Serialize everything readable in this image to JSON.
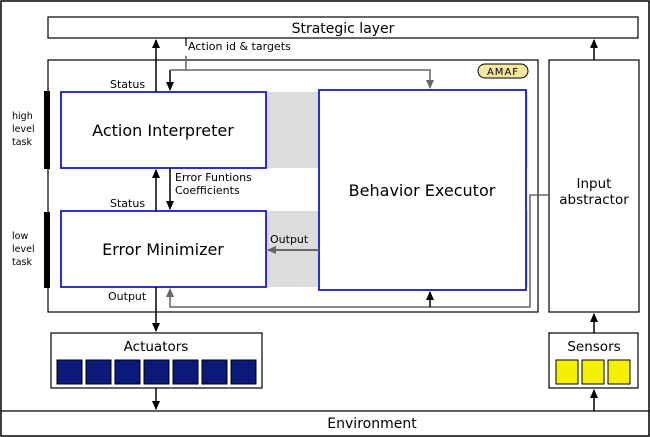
{
  "diagram": {
    "strategic_layer": "Strategic layer",
    "environment": "Environment",
    "action_id_targets": "Action id & targets",
    "status_top": "Status",
    "status_mid": "Status",
    "output_left": "Output",
    "output_mid": "Output",
    "error_functions_line1": "Error Funtions",
    "error_functions_line2": "Coefficients",
    "action_interpreter": "Action Interpreter",
    "error_minimizer": "Error Minimizer",
    "behavior_executor": "Behavior Executor",
    "input_abstractor_line1": "Input",
    "input_abstractor_line2": "abstractor",
    "actuators": "Actuators",
    "sensors": "Sensors",
    "high_level_task": [
      "high",
      "level",
      "task"
    ],
    "low_level_task": [
      "low",
      "level",
      "task"
    ],
    "logo_letters": "AMAF",
    "actuator_cell_count": 7,
    "sensor_cell_count": 3
  },
  "colors": {
    "box_border_blue": "#1a1acc",
    "actuator_fill": "#0b1a7a",
    "sensor_fill": "#f5f000",
    "logo_fill": "#f5e6a0",
    "shade_gray": "#dcdcdc",
    "arrow_gray": "#666666"
  }
}
